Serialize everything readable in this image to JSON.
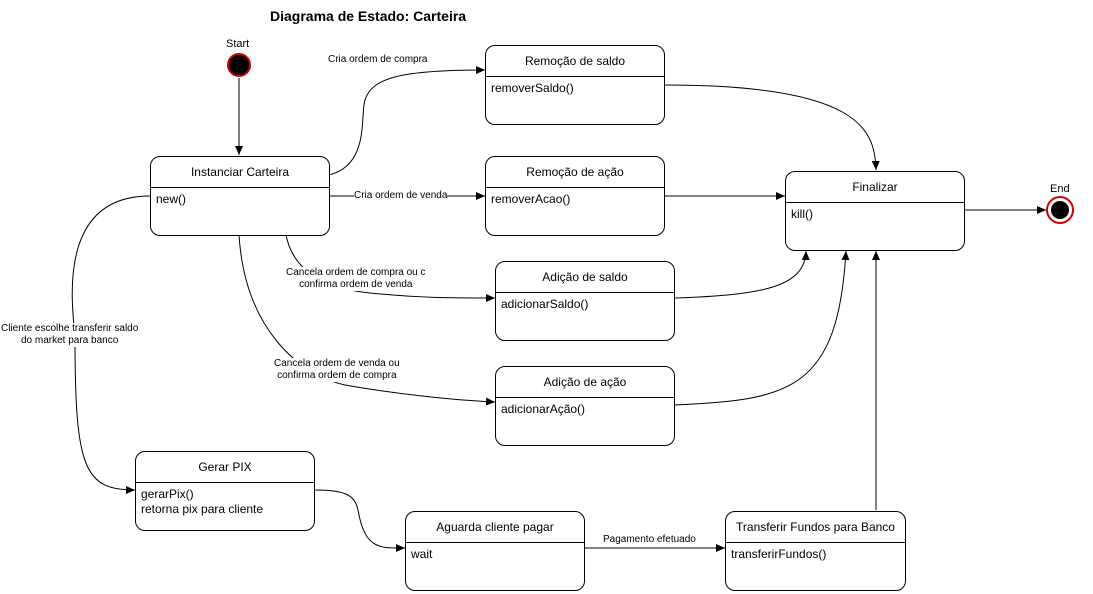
{
  "title": "Diagrama de Estado: Carteira",
  "start_label": "Start",
  "end_label": "End",
  "states": {
    "instanciar": {
      "name": "Instanciar Carteira",
      "actions": [
        "new()"
      ]
    },
    "rem_saldo": {
      "name": "Remoção de saldo",
      "actions": [
        "removerSaldo()"
      ]
    },
    "rem_acao": {
      "name": "Remoção de ação",
      "actions": [
        "removerAcao()"
      ]
    },
    "finalizar": {
      "name": "Finalizar",
      "actions": [
        "kill()"
      ]
    },
    "add_saldo": {
      "name": "Adição de saldo",
      "actions": [
        "adicionarSaldo()"
      ]
    },
    "add_acao": {
      "name": "Adição de ação",
      "actions": [
        "adicionarAção()"
      ]
    },
    "gerar_pix": {
      "name": "Gerar PIX",
      "actions": [
        "gerarPix()",
        "retorna pix para cliente"
      ]
    },
    "aguarda": {
      "name": "Aguarda cliente pagar",
      "actions": [
        "wait"
      ]
    },
    "transferir": {
      "name": "Transferir Fundos para Banco",
      "actions": [
        "transferirFundos()"
      ]
    }
  },
  "transitions": {
    "cria_compra": "Cria ordem de compra",
    "cria_venda": "Cria ordem de venda",
    "cancela_compra_1": "Cancela ordem de compra ou c",
    "cancela_compra_2": "confirma ordem de venda",
    "cancela_venda_1": "Cancela ordem de venda ou",
    "cancela_venda_2": "confirma ordem de compra",
    "cliente_1": "Cliente escolhe transferir saldo",
    "cliente_2": "do market para banco",
    "pagamento": "Pagamento efetuado"
  },
  "colors": {
    "terminal_ring": "#d00000",
    "terminal_fill": "#000000",
    "line": "#000000"
  }
}
